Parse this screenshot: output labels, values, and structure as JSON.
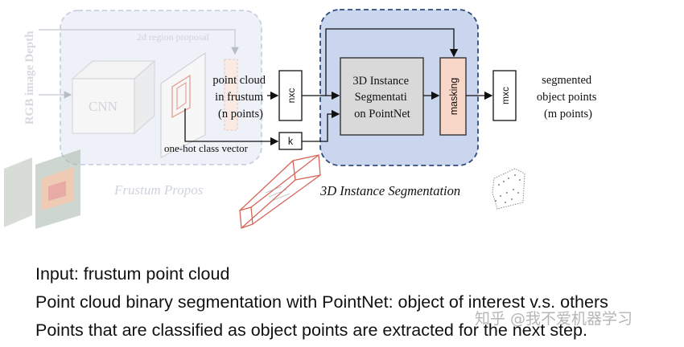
{
  "frustum_panel": {
    "side_labels": [
      "Depth",
      "RGB image"
    ],
    "cnn_label": "CNN",
    "region_label": "2d region proposal",
    "caption": "Frustum Propos",
    "onehot_label": "one-hot class vector",
    "k_label": "k"
  },
  "instance_panel": {
    "nxc_label": "nxc",
    "pointcloud_label": [
      "point cloud",
      "in frustum",
      "(n points)"
    ],
    "pointnet_label": [
      "3D Instance",
      "Segmentati",
      "on PointNet"
    ],
    "masking_label": "masking",
    "mxc_label": "mxc",
    "output_label": [
      "segmented",
      "object points",
      "(m points)"
    ],
    "caption": "3D Instance Segmentation"
  },
  "bullets": [
    "Input: frustum point cloud",
    "Point cloud binary segmentation with PointNet: object of interest v.s. others",
    "Points that are classified as object points are extracted for the next step."
  ],
  "watermark": "知乎 @我不爱机器学习",
  "colors": {
    "panel_fill": "#c9d6ee",
    "panel_border": "#2f4a7a",
    "pointnet_fill": "#d9d9d9",
    "masking_fill": "#f8d7c8",
    "frustum_red": "#d04a3a"
  }
}
